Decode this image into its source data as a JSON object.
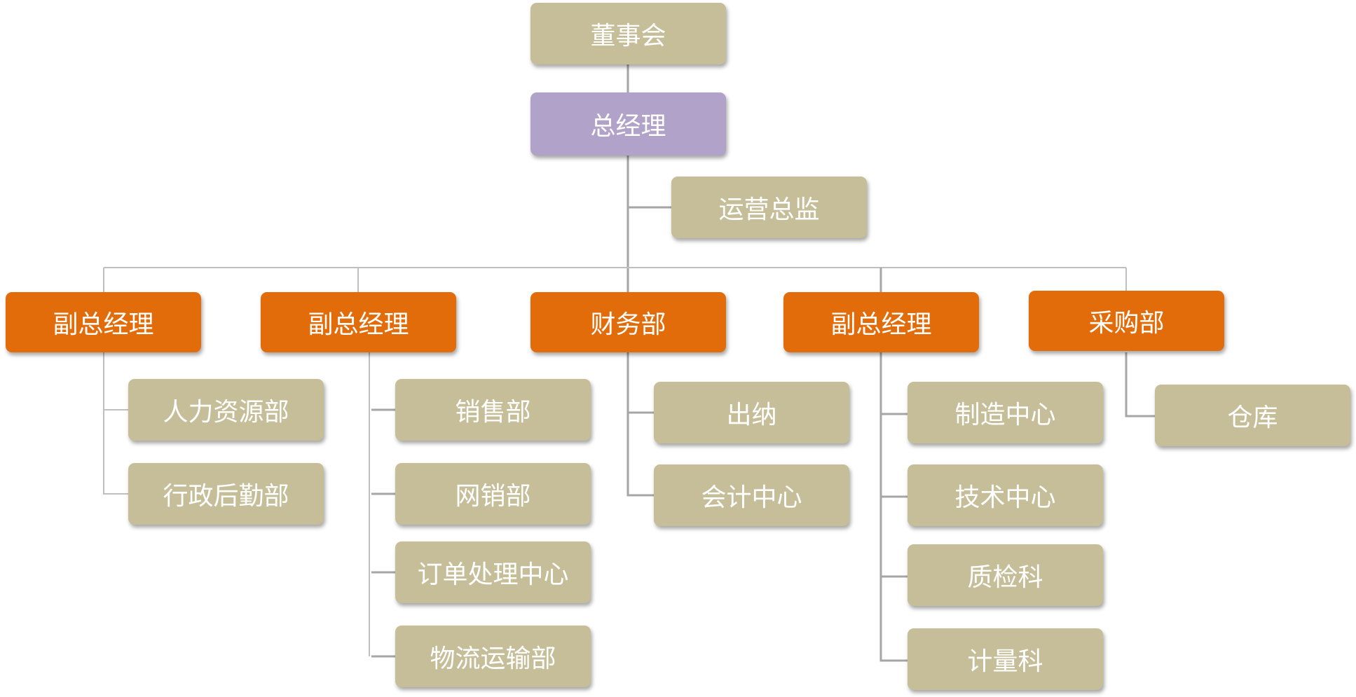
{
  "org": {
    "board": "董事会",
    "gm": "总经理",
    "coo": "运营总监",
    "vp1": {
      "label": "副总经理",
      "children": [
        "人力资源部",
        "行政后勤部"
      ]
    },
    "vp2": {
      "label": "副总经理",
      "children": [
        "销售部",
        "网销部",
        "订单处理中心",
        "物流运输部"
      ]
    },
    "finance": {
      "label": "财务部",
      "children": [
        "出纳",
        "会计中心"
      ]
    },
    "vp3": {
      "label": "副总经理",
      "children": [
        "制造中心",
        "技术中心",
        "质检科",
        "计量科"
      ]
    },
    "purchasing": {
      "label": "采购部",
      "children": [
        "仓库"
      ]
    }
  },
  "colors": {
    "box_tan": "#c5be99",
    "box_purple": "#b0a2c8",
    "box_orange": "#e36c0a",
    "connector_light": "#bfbfbf",
    "connector_dark": "#a6a6a6"
  }
}
